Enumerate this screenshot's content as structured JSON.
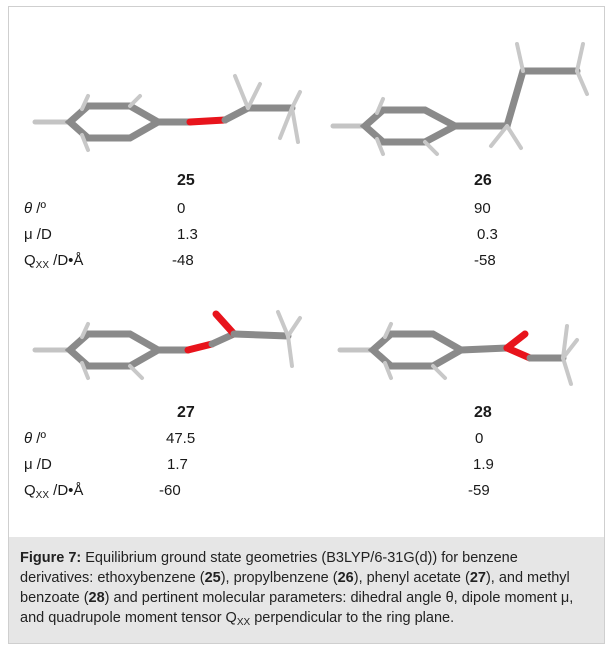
{
  "compounds": [
    {
      "id": "25",
      "theta": "0",
      "mu": "1.3",
      "qxx": "-48"
    },
    {
      "id": "26",
      "theta": "90",
      "mu": "0.3",
      "qxx": "-58"
    },
    {
      "id": "27",
      "theta": "47.5",
      "mu": "1.7",
      "qxx": "-60"
    },
    {
      "id": "28",
      "theta": "0",
      "mu": "1.9",
      "qxx": "-59"
    }
  ],
  "labels": {
    "theta_sym": "θ",
    "theta_unit": " /º",
    "mu": "μ /D",
    "q": "Q",
    "q_sub": "XX",
    "q_unit": " /D•Å"
  },
  "caption": {
    "label": "Figure 7:",
    "t1": " Equilibrium ground state geometries (B3LYP/6-31G(d)) for benzene derivatives: ethoxybenzene (",
    "c25": "25",
    "t2": "), propylbenzene (",
    "c26": "26",
    "t3": "), phenyl acetate (",
    "c27": "27",
    "t4": "), and methyl benzoate (",
    "c28": "28",
    "t5": ") and pertinent molecular parameters: dihedral angle θ, dipole moment μ, and quadrupole moment tensor Q",
    "sub": "XX",
    "t6": " perpendicular to the ring plane."
  },
  "colors": {
    "carbon": "#8c8c8c",
    "hydrogen": "#d4d4d4",
    "oxygen": "#e8141c",
    "caption_bg": "#e6e6e6"
  }
}
